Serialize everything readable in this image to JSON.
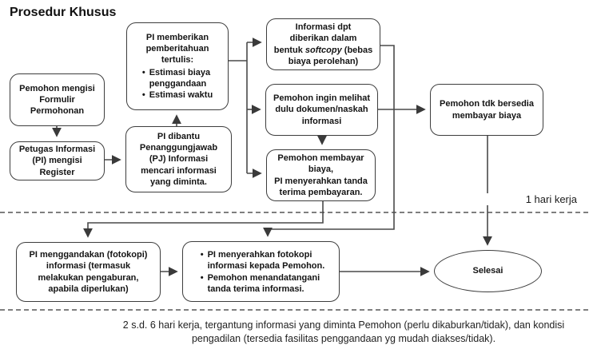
{
  "title": "Prosedur Khusus",
  "bullet_char": "•",
  "annotations": {
    "one_day": "1 hari kerja",
    "footnote": "2 s.d. 6 hari kerja, tergantung informasi yang diminta Pemohon (perlu dikaburkan/tidak), dan kondisi\npengadilan (tersedia fasilitas penggandaan yg mudah diakses/tidak)."
  },
  "nodes": {
    "pemohon_formulir": {
      "label": "Pemohon mengisi\nFormulir\nPermohonan"
    },
    "petugas_register": {
      "label": "Petugas Informasi\n(PI) mengisi\nRegister"
    },
    "pi_pemberitahuan": {
      "heading": "PI memberikan\npemberitahuan\ntertulis:",
      "bullets": [
        "Estimasi biaya\npenggandaan",
        "Estimasi waktu"
      ]
    },
    "pi_dibantu": {
      "label": "PI dibantu\nPenanggungjawab\n(PJ) Informasi\nmencari informasi\nyang diminta."
    },
    "informasi_softcopy": {
      "pre": "Informasi dpt\ndiberikan dalam\nbentuk ",
      "italic": "softcopy",
      "post": " (bebas\nbiaya perolehan)"
    },
    "pemohon_melihat": {
      "label": "Pemohon ingin melihat\ndulu dokumen/naskah\ninformasi"
    },
    "pemohon_membayar": {
      "label": "Pemohon membayar\nbiaya,\nPI menyerahkan tanda\nterima pembayaran."
    },
    "pemohon_tdk_bersedia": {
      "label": "Pemohon tdk bersedia\nmembayar biaya"
    },
    "pi_menggandakan": {
      "label": "PI menggandakan (fotokopi)\ninformasi (termasuk\nmelakukan pengaburan,\napabila diperlukan)"
    },
    "pi_menyerahkan": {
      "bullets": [
        "PI menyerahkan fotokopi\ninformasi kepada Pemohon.",
        "Pemohon menandatangani\ntanda terima informasi."
      ]
    },
    "selesai": {
      "label": "Selesai"
    }
  },
  "colors": {
    "border": "#3d3d3d",
    "line": "#4a4a4a",
    "text": "#141414"
  }
}
